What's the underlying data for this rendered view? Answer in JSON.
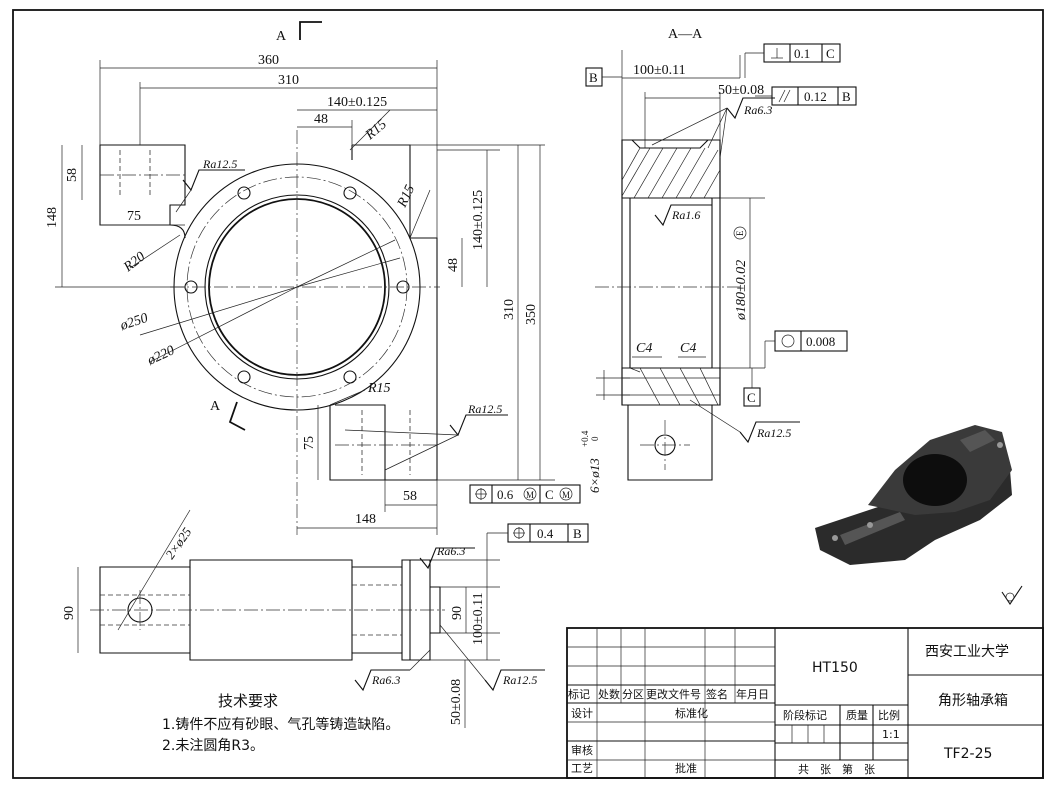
{
  "section_label_top": "A",
  "section_label_bottom": "A",
  "section_title": "A—A",
  "dims": {
    "d360": "360",
    "d310_top": "310",
    "d140_125_h": "140±0.125",
    "d48_h": "48",
    "d58_v": "58",
    "d148_v": "148",
    "d75_h": "75",
    "r20": "R20",
    "r15_a": "R15",
    "r15_b": "R15",
    "r15_c": "R15",
    "phi250": "ø250",
    "phi220": "ø220",
    "d140_125_v": "140±0.125",
    "d48_v": "48",
    "d310_v": "310",
    "d350_v": "350",
    "d75_v": "75",
    "d58_h": "58",
    "d148_h": "148",
    "d100_11_h": "100±0.11",
    "d50_08_h": "50±0.08",
    "phi180": "ø180±0.02",
    "c4_a": "C4",
    "c4_b": "C4",
    "holes": "6×ø13",
    "holes_tol_up": "+0.4",
    "holes_tol_lo": "0",
    "d2phi25": "2×ø25",
    "d90_a": "90",
    "d90_b": "90",
    "d100_11_v": "100±0.11",
    "d50_08_v": "50±0.08"
  },
  "roughness": {
    "ra12_5_a": "Ra12.5",
    "ra6_3_a": "Ra6.3",
    "ra1_6": "Ra1.6",
    "ra12_5_b": "Ra12.5",
    "ra12_5_c": "Ra12.5",
    "ra6_3_b": "Ra6.3",
    "ra6_3_c": "Ra6.3",
    "ra12_5_d": "Ra12.5"
  },
  "tolerances": {
    "perp": {
      "value": "0.1",
      "datum": "C"
    },
    "parallel": {
      "value": "0.12",
      "datum": "B"
    },
    "circularity": {
      "value": "0.008"
    },
    "position_a": {
      "value": "0.6",
      "datum": "C"
    },
    "position_b": {
      "value": "0.4",
      "datum": "B"
    }
  },
  "datums": {
    "b": "B",
    "c": "C"
  },
  "notes": {
    "title": "技术要求",
    "line1": "1.铸件不应有砂眼、气孔等铸造缺陷。",
    "line2": "2.未注圆角R3。"
  },
  "title_block": {
    "headers": [
      "标记",
      "处数",
      "分区",
      "更改文件号",
      "签名",
      "年月日"
    ],
    "design": "设计",
    "standard": "标准化",
    "review": "审核",
    "process": "工艺",
    "approve": "批准",
    "stage_mark": "阶段标记",
    "mass": "质量",
    "scale": "比例",
    "scale_value": "1:1",
    "sheets": "共　张　第　张",
    "material": "HT150",
    "org": "西安工业大学",
    "name": "角形轴承箱",
    "code": "TF2-25"
  }
}
